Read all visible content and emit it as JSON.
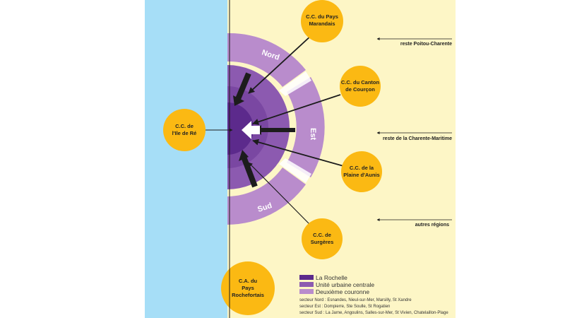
{
  "colors": {
    "sea": "#a6def7",
    "land": "#fdf6c6",
    "la_rochelle": "#5c2a8c",
    "unite_urbaine": "#8c5ab0",
    "deuxieme_couronne": "#b98ccc",
    "community": "#fbb913",
    "arrow": "#1c1c1c"
  },
  "communities": [
    {
      "id": "pays-marandais",
      "lines": [
        "C.C. du Pays",
        "Marandais"
      ]
    },
    {
      "id": "canton-courcon",
      "lines": [
        "C.C. du Canton",
        "de Courçon"
      ]
    },
    {
      "id": "ile-de-re",
      "lines": [
        "C.C. de",
        "l'Ile de Ré"
      ]
    },
    {
      "id": "plaine-aunis",
      "lines": [
        "C.C. de la",
        "Plaine d'Aunis"
      ]
    },
    {
      "id": "surgeres",
      "lines": [
        "C.C. de",
        "Surgères"
      ]
    },
    {
      "id": "pays-rochefortais",
      "lines": [
        "C.A. du",
        "Pays",
        "Rochefortais"
      ]
    }
  ],
  "sectors": {
    "nord": "Nord",
    "est": "Est",
    "sud": "Sud"
  },
  "regions": {
    "poitou": "reste Poitou-Charente",
    "charente_maritime": "reste de la Charente-Maritime",
    "autres": "autres régions"
  },
  "legend": [
    {
      "label": "La Rochelle",
      "color_key": "la_rochelle"
    },
    {
      "label": "Unité urbaine centrale",
      "color_key": "unite_urbaine"
    },
    {
      "label": "Deuxième couronne",
      "color_key": "deuxieme_couronne"
    }
  ],
  "footnotes": [
    "secteur Nord : Esnandes, Nieul-sur-Mer, Marsilly, St Xandre",
    "secteur Est : Dompierre, Ste Soulle, St Rogatien",
    "secteur Sud : La Jarne, Angoulins, Salles-sur-Mer, St Vivien, Chatelaillon-Plage"
  ]
}
